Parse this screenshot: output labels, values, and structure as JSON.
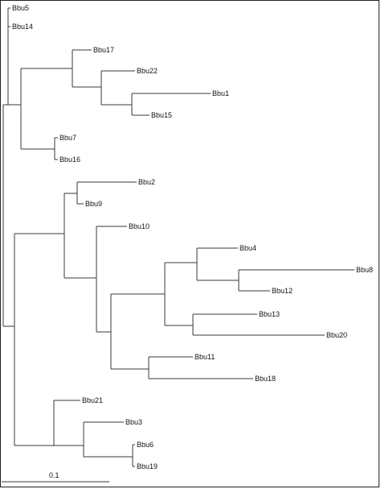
{
  "tree": {
    "leaves": {
      "bbu5": "Bbu5",
      "bbu14": "Bbu14",
      "bbu17": "Bbu17",
      "bbu22": "Bbu22",
      "bbu1": "Bbu1",
      "bbu15": "Bbu15",
      "bbu7": "Bbu7",
      "bbu16": "Bbu16",
      "bbu2": "Bbu2",
      "bbu9": "Bbu9",
      "bbu10": "Bbu10",
      "bbu4": "Bbu4",
      "bbu8": "Bbu8",
      "bbu12": "Bbu12",
      "bbu13": "Bbu13",
      "bbu20": "Bbu20",
      "bbu11": "Bbu11",
      "bbu18": "Bbu18",
      "bbu21": "Bbu21",
      "bbu3": "Bbu3",
      "bbu6": "Bbu6",
      "bbu19": "Bbu19"
    },
    "scale_bar_label": "0.1",
    "edge_color": "#3a3a3a"
  }
}
